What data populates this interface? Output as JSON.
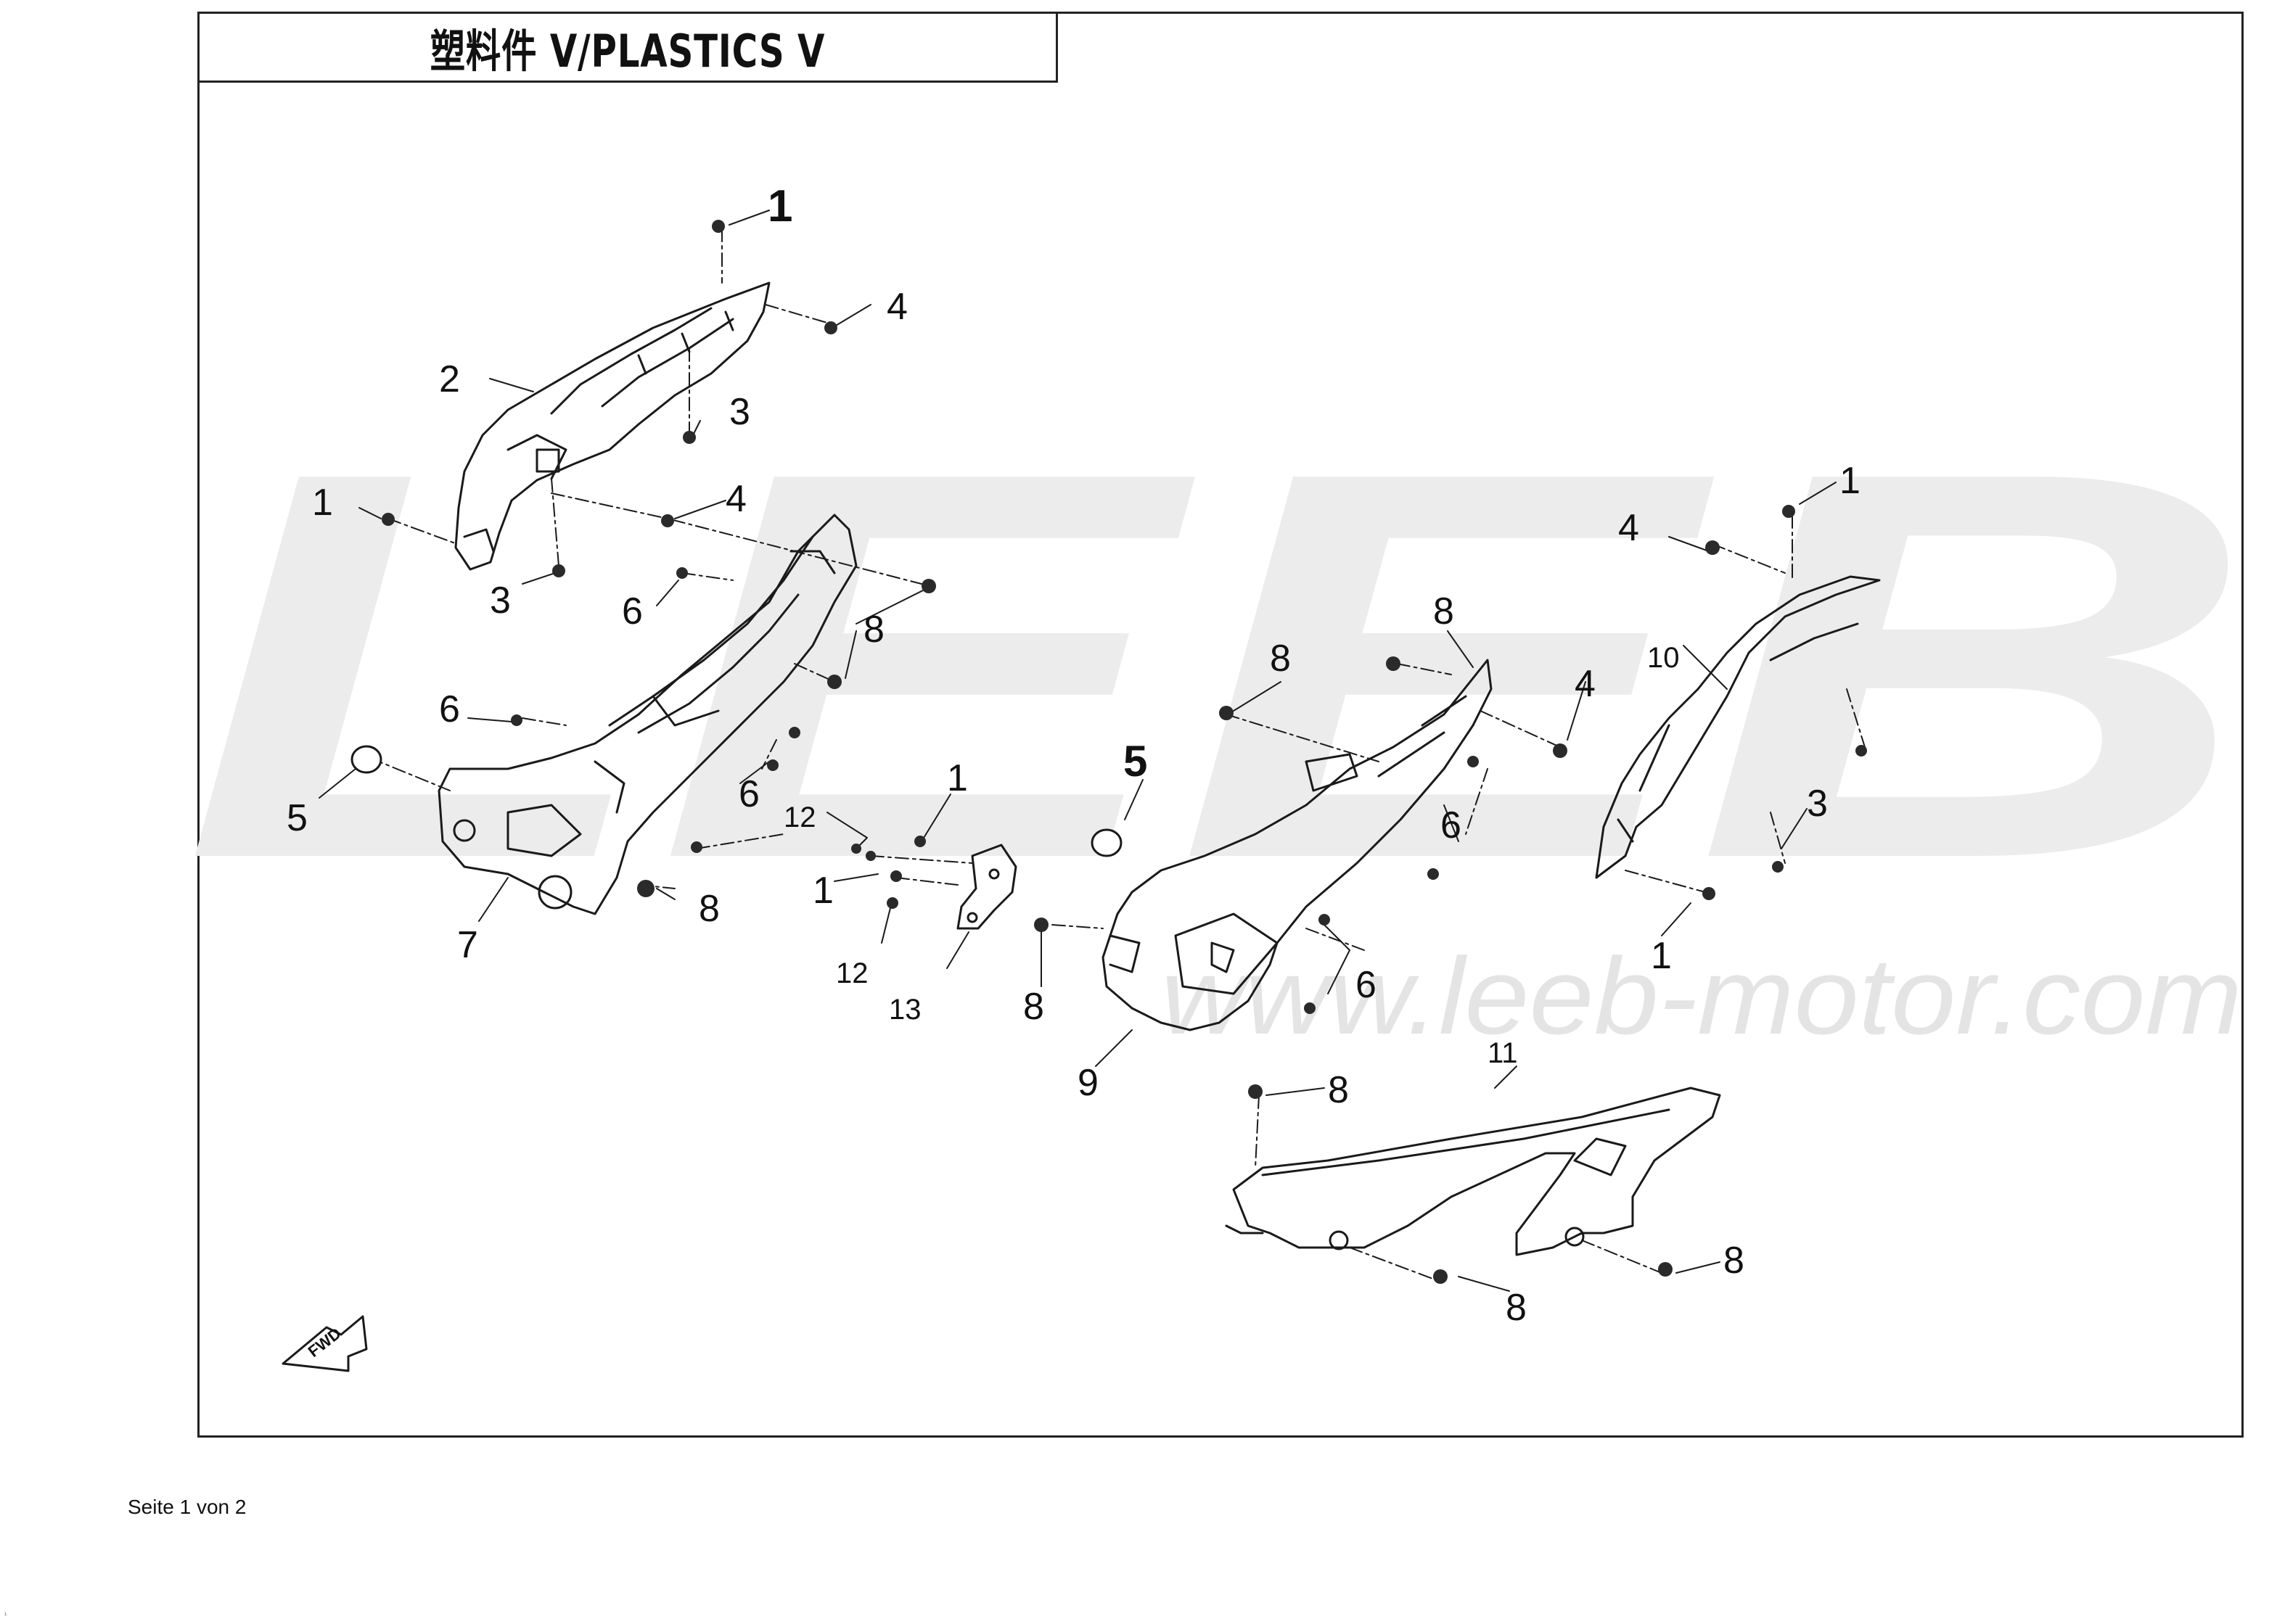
{
  "title": "塑料件 V/PLASTICS V",
  "watermark": {
    "logo_text": "LEEB",
    "url_text": "www.leeb-motor.com",
    "color": "#ececec"
  },
  "callouts": [
    "1",
    "2",
    "3",
    "4",
    "5",
    "6",
    "7",
    "8",
    "9",
    "10",
    "11",
    "12",
    "13"
  ],
  "fwd_label": "FWD",
  "footer": "Seite 1 von 2",
  "corner_mark": "¹",
  "colors": {
    "line": "#1a1a1a",
    "frame": "#222222",
    "watermark": "#ececec"
  }
}
